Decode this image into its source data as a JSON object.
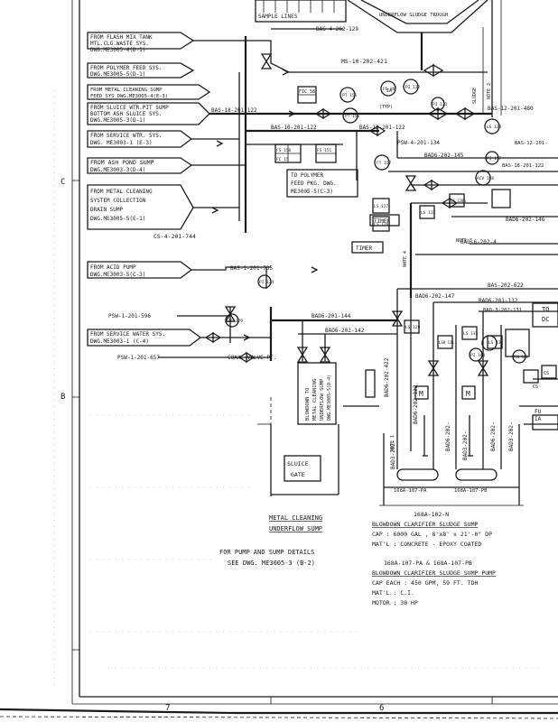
{
  "source_callouts": [
    {
      "id": "flash-mix",
      "lines": [
        "FROM FLASH MIX TANK",
        "MTL.CLG.WASTE SYS.",
        "DWG.ME3005-4(D-1)"
      ]
    },
    {
      "id": "polymer",
      "lines": [
        "FROM POLYMER FEED SYS.",
        "DWG.ME3005-5(D-1)"
      ]
    },
    {
      "id": "metal-cleaning-sump",
      "lines": [
        "FROM METAL CLEANING SUMP",
        "FEED SYS DWG.ME3005-4(E-3)"
      ]
    },
    {
      "id": "sluice",
      "lines": [
        "FROM SLUICE WTR.PIT SUMP",
        "BOTTOM ASH SLUICE SYS.",
        "DWG.ME3005-3(D-1)"
      ]
    },
    {
      "id": "service-wtr",
      "lines": [
        "FROM SERVICE WTR. SYS.",
        "DWG. ME3003-1 (E-3)"
      ]
    },
    {
      "id": "ash-pond",
      "lines": [
        "FROM ASH POND SUMP",
        "DWG.ME3003-3(D-4)"
      ]
    },
    {
      "id": "drain-sump",
      "lines": [
        "FROM METAL CLEANING",
        "SYSTEM COLLECTION",
        "DRAIN SUMP",
        "DWG.ME3005-5(E-1)"
      ]
    },
    {
      "id": "acid-pump",
      "lines": [
        "FROM ACID PUMP",
        "DWG.ME3003-5(C-3)"
      ]
    },
    {
      "id": "service-water-2",
      "lines": [
        "FROM SERVICE WATER SYS.",
        "DWG.ME3003-1 (C-4)"
      ]
    }
  ],
  "line_labels": {
    "ms_line": "MS-10-202-421",
    "bas_top": "BAS-4-202-129",
    "bas_18": "BAS-18-201-122",
    "bas_10": "BAS-10-201-122",
    "bas_12": "BAS-12-201-122",
    "bas_12b": "BAS-12-201-480",
    "psw": "PSW-4-201-134",
    "cs4": "CS-4-201-744",
    "bas_acid": "BAS-1-201-735",
    "psw_top": "PSW-1-201-596",
    "psw_bot": "PSW-1-201-657",
    "bad_202_144": "BAD6-201-144",
    "bad_202_142": "BAD6-202-142",
    "bad_202_145": "BAD6-202-145",
    "bad_202_146": "BAD6-202-146",
    "bad_202_4": "BAD-6-202-4",
    "bas_202_622": "BAS-202-622",
    "bad_202_147": "BAD6-202-147",
    "bad_201_132": "BAD6-201-132",
    "bad_3_202_131": "BAD-3-202-131",
    "bad_v1": "BAD6-202-422",
    "bad_v2": "BAD6-202-122",
    "bad_v3": "BAD3-202-",
    "bad_v4": "BAD6-202-",
    "bad_v5": "BAD3-202-",
    "bad_v6": "BAD6-202-",
    "bad_v7": "BAD3-202-",
    "bas_18_right": "BAS-18-201-122",
    "bas_12_right": "BAS-12-201-"
  },
  "instrument_tags": [
    "FIC 58",
    "PT 155",
    "PT 156",
    "FE 38",
    "PI 122",
    "PI 123",
    "LS 124",
    "FS 156",
    "FS 151",
    "FT 157",
    "FC 15",
    "LS 127",
    "LS 128",
    "LS 133",
    "ACV 158",
    "PI 124",
    "LIC 129",
    "LS 129",
    "LSH 131",
    "LS 132",
    "LS 134",
    "PI 160",
    "PSV 161",
    "CS",
    "PI 157",
    "LS 128A"
  ],
  "small_labels": {
    "sample_lines": "SAMPLE LINES",
    "underflow_trough": "UNDERFLOW SLUDGE TROUGH",
    "timer1": "TIMER",
    "timer2": "TIMER",
    "to_polymer": [
      "TO POLYMER",
      "FEED PKG. DWG.",
      "ME3005-5(C-3)"
    ],
    "sluice_gate": [
      "SLUICE",
      "GATE"
    ],
    "vertical_box": [
      "BLOWDOWN TO",
      "METAL CLEANING",
      "UNDERFLOW SUMP",
      "DWG.ME3005-5(D-4)"
    ],
    "coax_valve": "COAX. VALVE PT.",
    "to_right": [
      "TO",
      "DC"
    ],
    "pump_a": "168A-107-PA",
    "pump_b": "168A-107-PB",
    "motor_m": "M",
    "note_3": "NOTE 3",
    "note_4": "NOTE 4",
    "note_1": "NOTE 1",
    "note_2": "NOTE 2",
    "sludge_label": "SLUDGE",
    "typ": "(TYP)",
    "fu": [
      "FU",
      "IA"
    ],
    "ia": "IA",
    "cs_right": "CS"
  },
  "bottom_notes": {
    "metal_cleaning_sump": [
      "METAL CLEANING",
      "UNDERFLOW SUMP"
    ],
    "pump_sump_details": [
      "FOR PUMP AND SUMP DETAILS",
      "SEE DWG. ME3005-3 (B-2)"
    ],
    "sump_tag": "168A-102-N",
    "sump_title": "BLOWDOWN CLARIFIER SLUDGE SUMP",
    "sump_cap": "CAP : 6000 GAL , 8'x8' x 21'-0\" DP",
    "sump_matl": "MAT'L : CONCRETE - EPOXY COATED",
    "pump_tag": "168A-107-PA & 168A-107-PB",
    "pump_title": "BLOWDOWN CLARIFIER SLUDGE SUMP PUMP",
    "pump_cap": "CAP EACH : 450 GPM, 59 FT. TDH",
    "pump_matl": "MAT'L : C.I.",
    "pump_motor": "MOTOR : 30 HP"
  },
  "border": {
    "zone_letters": [
      "C",
      "B"
    ],
    "bottom_numbers": [
      "7",
      "6"
    ]
  }
}
